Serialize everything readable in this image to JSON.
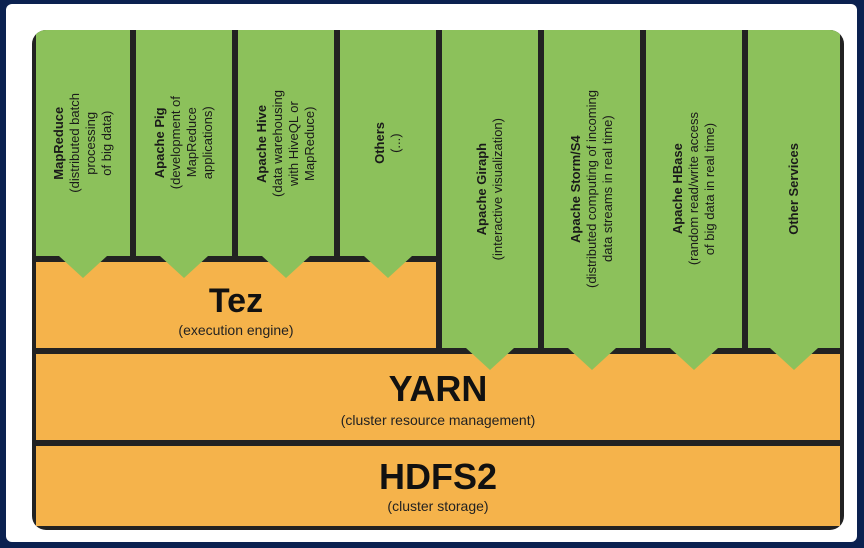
{
  "columns": [
    {
      "title": "MapReduce",
      "subtitle_lines": [
        "(distributed batch",
        "processing",
        "of big data)"
      ]
    },
    {
      "title": "Apache Pig",
      "subtitle_lines": [
        "(development of",
        "MapReduce",
        "applications)"
      ]
    },
    {
      "title": "Apache Hive",
      "subtitle_lines": [
        "(data warehousing",
        "with HiveQL or",
        "MapReduce)"
      ]
    },
    {
      "title": "Others",
      "subtitle_lines": [
        "(...)"
      ]
    },
    {
      "title": "Apache Giraph",
      "subtitle_lines": [
        "(interactive visualization)"
      ]
    },
    {
      "title": "Apache Storm/S4",
      "subtitle_lines": [
        "(distributed computing of incoming",
        "data streams in real time)"
      ]
    },
    {
      "title": "Apache HBase",
      "subtitle_lines": [
        "(random read/write access",
        "of big data in real time)"
      ]
    },
    {
      "title": "Other Services",
      "subtitle_lines": []
    }
  ],
  "tez": {
    "title": "Tez",
    "subtitle": "(execution engine)"
  },
  "yarn": {
    "title": "YARN",
    "subtitle": "(cluster resource management)"
  },
  "hdfs": {
    "title": "HDFS2",
    "subtitle": "(cluster storage)"
  },
  "colors": {
    "green": "#8cc15b",
    "orange": "#f5b34b",
    "border": "#222222",
    "background": "#0b2150"
  }
}
